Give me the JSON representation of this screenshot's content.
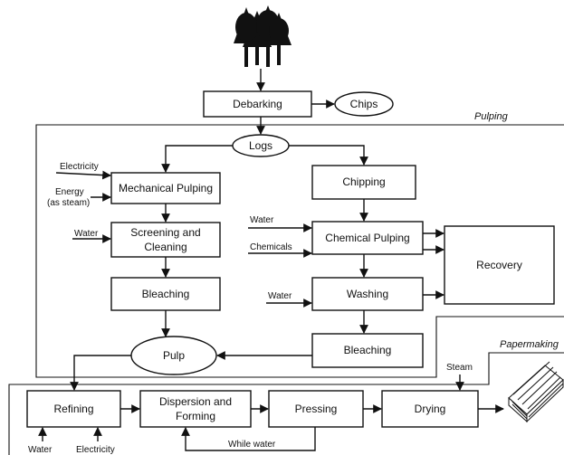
{
  "sections": {
    "pulping": "Pulping",
    "papermaking": "Papermaking"
  },
  "nodes": {
    "debarking": "Debarking",
    "chips": "Chips",
    "logs": "Logs",
    "mechanical_pulping": "Mechanical Pulping",
    "screening_line1": "Screening and",
    "screening_line2": "Cleaning",
    "bleaching_mech": "Bleaching",
    "chipping": "Chipping",
    "chemical_pulping": "Chemical Pulping",
    "washing": "Washing",
    "bleaching_chem": "Bleaching",
    "recovery": "Recovery",
    "pulp": "Pulp",
    "refining": "Refining",
    "dispersion_line1": "Dispersion and",
    "dispersion_line2": "Forming",
    "pressing": "Pressing",
    "drying": "Drying"
  },
  "inputs": {
    "electricity": "Electricity",
    "energy_line1": "Energy",
    "energy_line2": "(as steam)",
    "water_screening": "Water",
    "water_chemical": "Water",
    "chemicals": "Chemicals",
    "water_washing": "Water",
    "steam": "Steam",
    "water_refining": "Water",
    "electricity_refining": "Electricity",
    "white_water": "While water"
  },
  "icons": [
    "trees-icon",
    "paper-stack-icon"
  ]
}
